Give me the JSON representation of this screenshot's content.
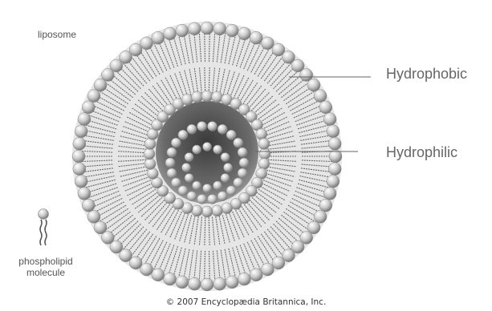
{
  "diagram": {
    "title": "liposome",
    "labels": {
      "hydrophobic": "Hydrophobic",
      "hydrophilic": "Hydrophilic"
    },
    "legend": {
      "line1": "phospholipid",
      "line2": "molecule"
    },
    "copyright": "© 2007 Encyclopædia Britannica, Inc."
  }
}
